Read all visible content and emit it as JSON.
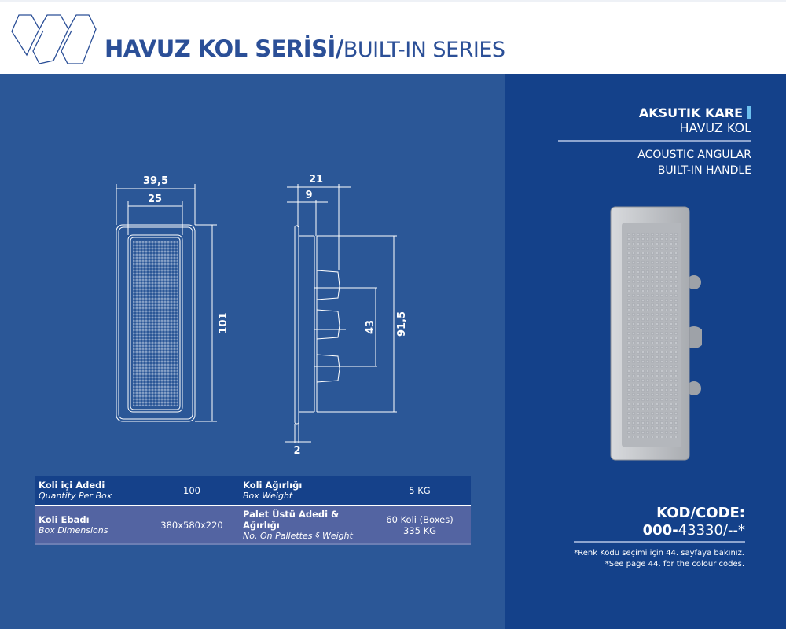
{
  "header": {
    "title_bold": "HAVUZ KOL SERİSİ/",
    "title_light": "BUILT-IN SERIES",
    "logo": "hexagon-W-logo"
  },
  "drawing": {
    "dims": {
      "outer_width": "39,5",
      "inner_width": "25",
      "height": "101",
      "depth": "21",
      "depth_inner": "9",
      "flange": "2",
      "peg_spacing": "43",
      "body_height": "91,5"
    }
  },
  "specs": {
    "rows": [
      [
        {
          "label": "Koli içi Adedi",
          "sub": "Quantity Per Box",
          "value": "100"
        },
        {
          "label": "Koli Ağırlığı",
          "sub": "Box Weight",
          "value": "5 KG"
        }
      ],
      [
        {
          "label": "Koli Ebadı",
          "sub": "Box Dimensions",
          "value": "380x580x220"
        },
        {
          "label": "Palet Üstü Adedi & Ağırlığı",
          "sub": "No. On Pallettes § Weight",
          "value": "60 Koli (Boxes)",
          "value2": "335 KG"
        }
      ]
    ]
  },
  "product": {
    "name_tr_bold": "AKSUTIK KARE",
    "name_tr": "HAVUZ KOL",
    "name_en_1": "ACOUSTIC ANGULAR",
    "name_en_2": "BUILT-IN HANDLE"
  },
  "code": {
    "label": "KOD/CODE:",
    "prefix": "000-",
    "value": "43330/--*"
  },
  "notes": {
    "tr": "*Renk Kodu seçimi için 44. sayfaya bakınız.",
    "en": "*See page 44. for the colour codes."
  },
  "colors": {
    "left_panel": "#2b5797",
    "right_panel": "#14418a",
    "accent": "#6cc0ee"
  }
}
